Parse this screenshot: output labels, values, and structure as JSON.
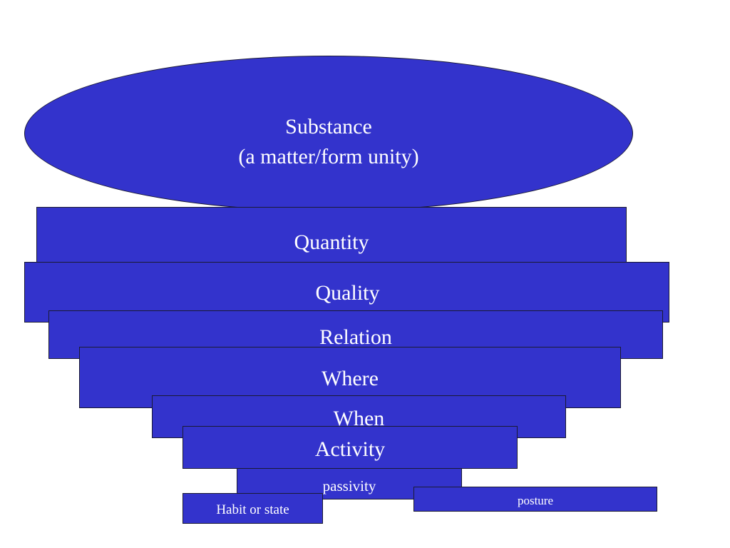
{
  "colors": {
    "fill": "#3333cc",
    "text": "#ffffff",
    "background": "#ffffff"
  },
  "substance": {
    "line1": "Substance",
    "line2": "(a matter/form unity)"
  },
  "categories": {
    "quantity": "Quantity",
    "quality": "Quality",
    "relation": "Relation",
    "where": "Where",
    "when": "When",
    "activity": "Activity",
    "passivity": "passivity",
    "habit": "Habit or state",
    "posture": "posture"
  }
}
